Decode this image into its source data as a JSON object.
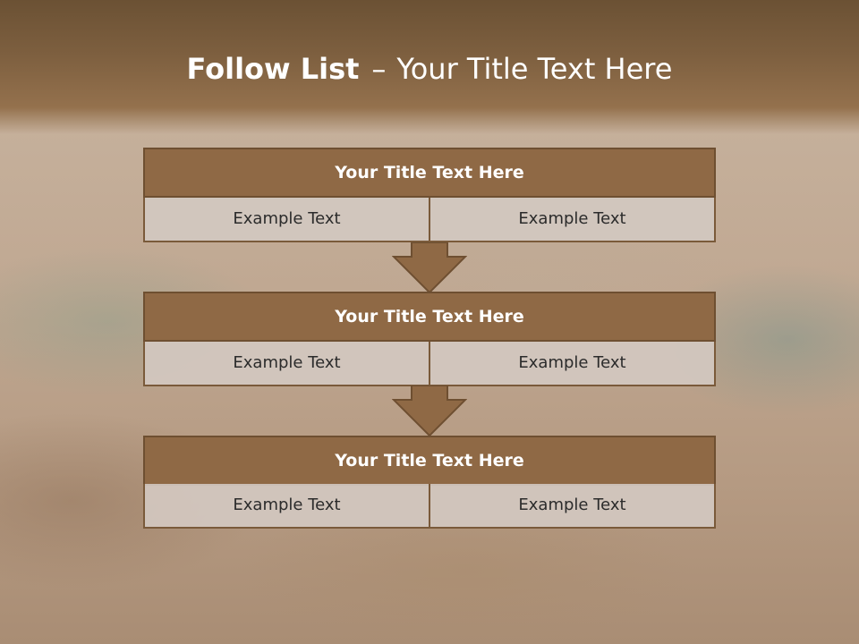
{
  "slide": {
    "title_bold": "Follow List",
    "title_separator": "–",
    "title_rest": "Your Title Text Here",
    "blocks": [
      {
        "title": "Your Title Text Here",
        "left": "Example Text",
        "right": "Example Text"
      },
      {
        "title": "Your Title Text Here",
        "left": "Example Text",
        "right": "Example Text"
      },
      {
        "title": "Your Title Text Here",
        "left": "Example Text",
        "right": "Example Text"
      }
    ]
  },
  "colors": {
    "header": "#7d5f3f",
    "block_title": "#8f6945",
    "block_border": "#6e4f31",
    "cell_bg": "#d2c8c0",
    "arrow": "#8f6945"
  }
}
